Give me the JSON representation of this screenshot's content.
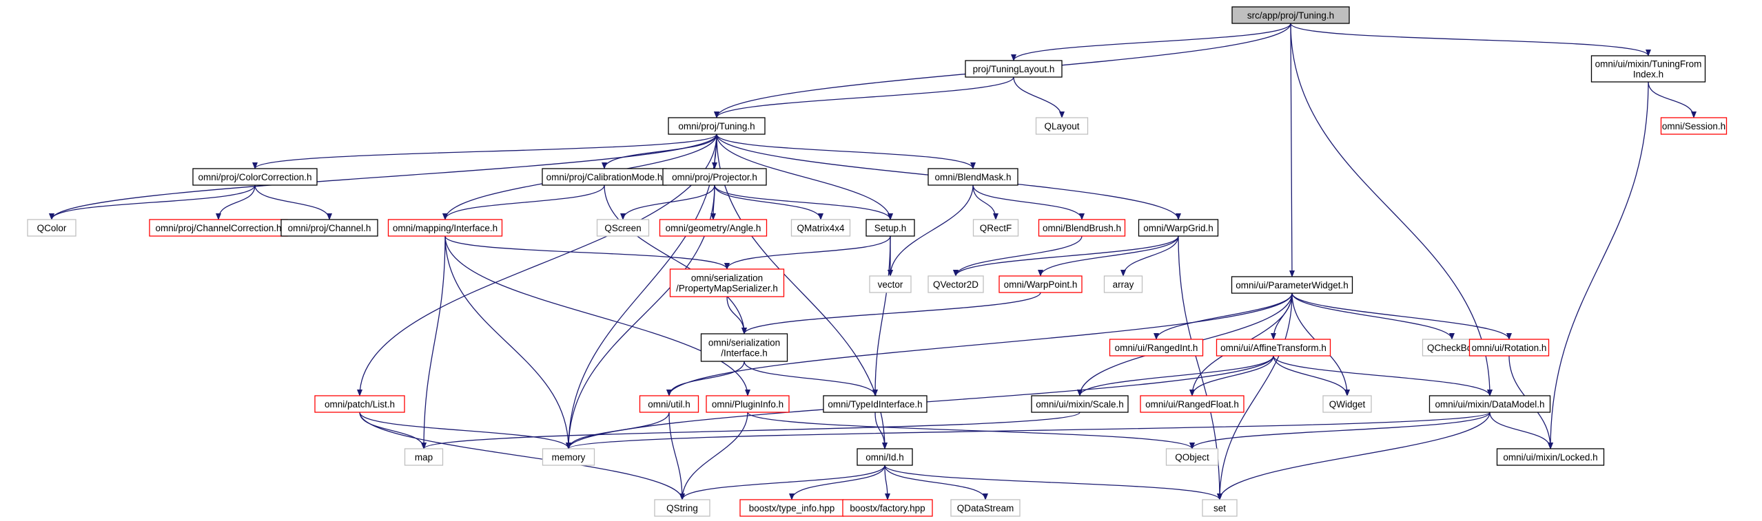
{
  "colors": {
    "edge": "#191970",
    "normal_border": "#000000",
    "truncated_border": "#ff0000",
    "external_border": "#bfbfbf",
    "root_fill": "#bfbfbf",
    "fill": "#ffffff"
  },
  "nodes": [
    {
      "id": "root",
      "lines": [
        "src/app/proj/Tuning.h"
      ],
      "kind": "root"
    },
    {
      "id": "tuninglayout",
      "lines": [
        "proj/TuningLayout.h"
      ],
      "kind": "normal"
    },
    {
      "id": "tuningfromindex",
      "lines": [
        "omni/ui/mixin/TuningFrom",
        "Index.h"
      ],
      "kind": "normal"
    },
    {
      "id": "qlayout",
      "lines": [
        "QLayout"
      ],
      "kind": "external"
    },
    {
      "id": "session",
      "lines": [
        "omni/Session.h"
      ],
      "kind": "truncated"
    },
    {
      "id": "tuning",
      "lines": [
        "omni/proj/Tuning.h"
      ],
      "kind": "normal"
    },
    {
      "id": "colorcorrection",
      "lines": [
        "omni/proj/ColorCorrection.h"
      ],
      "kind": "normal"
    },
    {
      "id": "calibrationmode",
      "lines": [
        "omni/proj/CalibrationMode.h"
      ],
      "kind": "normal"
    },
    {
      "id": "projector",
      "lines": [
        "omni/proj/Projector.h"
      ],
      "kind": "normal"
    },
    {
      "id": "blendmask",
      "lines": [
        "omni/BlendMask.h"
      ],
      "kind": "normal"
    },
    {
      "id": "qcolor",
      "lines": [
        "QColor"
      ],
      "kind": "external"
    },
    {
      "id": "channelcorrection",
      "lines": [
        "omni/proj/ChannelCorrection.h"
      ],
      "kind": "truncated"
    },
    {
      "id": "channel",
      "lines": [
        "omni/proj/Channel.h"
      ],
      "kind": "normal"
    },
    {
      "id": "mappinginterface",
      "lines": [
        "omni/mapping/Interface.h"
      ],
      "kind": "truncated"
    },
    {
      "id": "qscreen",
      "lines": [
        "QScreen"
      ],
      "kind": "external"
    },
    {
      "id": "angle",
      "lines": [
        "omni/geometry/Angle.h"
      ],
      "kind": "truncated"
    },
    {
      "id": "qmatrix4x4",
      "lines": [
        "QMatrix4x4"
      ],
      "kind": "external"
    },
    {
      "id": "setup",
      "lines": [
        "Setup.h"
      ],
      "kind": "normal"
    },
    {
      "id": "qrectf",
      "lines": [
        "QRectF"
      ],
      "kind": "external"
    },
    {
      "id": "blendbrush",
      "lines": [
        "omni/BlendBrush.h"
      ],
      "kind": "truncated"
    },
    {
      "id": "warpgrid",
      "lines": [
        "omni/WarpGrid.h"
      ],
      "kind": "normal"
    },
    {
      "id": "vector",
      "lines": [
        "vector"
      ],
      "kind": "external"
    },
    {
      "id": "qvector2d",
      "lines": [
        "QVector2D"
      ],
      "kind": "external"
    },
    {
      "id": "warppoint",
      "lines": [
        "omni/WarpPoint.h"
      ],
      "kind": "truncated"
    },
    {
      "id": "array",
      "lines": [
        "array"
      ],
      "kind": "external"
    },
    {
      "id": "propertymapserializer",
      "lines": [
        "omni/serialization",
        "/PropertyMapSerializer.h"
      ],
      "kind": "truncated"
    },
    {
      "id": "serializationinterface",
      "lines": [
        "omni/serialization",
        "/Interface.h"
      ],
      "kind": "normal"
    },
    {
      "id": "parameterwidget",
      "lines": [
        "omni/ui/ParameterWidget.h"
      ],
      "kind": "normal"
    },
    {
      "id": "rangedint",
      "lines": [
        "omni/ui/RangedInt.h"
      ],
      "kind": "truncated"
    },
    {
      "id": "affinetransform",
      "lines": [
        "omni/ui/AffineTransform.h"
      ],
      "kind": "truncated"
    },
    {
      "id": "qcheckbox",
      "lines": [
        "QCheckBox"
      ],
      "kind": "external"
    },
    {
      "id": "rotation",
      "lines": [
        "omni/ui/Rotation.h"
      ],
      "kind": "truncated"
    },
    {
      "id": "list",
      "lines": [
        "omni/patch/List.h"
      ],
      "kind": "truncated"
    },
    {
      "id": "util",
      "lines": [
        "omni/util.h"
      ],
      "kind": "truncated"
    },
    {
      "id": "plugininfo",
      "lines": [
        "omni/PluginInfo.h"
      ],
      "kind": "truncated"
    },
    {
      "id": "typeidinterface",
      "lines": [
        "omni/TypeIdInterface.h"
      ],
      "kind": "normal"
    },
    {
      "id": "scale",
      "lines": [
        "omni/ui/mixin/Scale.h"
      ],
      "kind": "normal"
    },
    {
      "id": "rangedfloat",
      "lines": [
        "omni/ui/RangedFloat.h"
      ],
      "kind": "truncated"
    },
    {
      "id": "qwidget",
      "lines": [
        "QWidget"
      ],
      "kind": "external"
    },
    {
      "id": "datamodel",
      "lines": [
        "omni/ui/mixin/DataModel.h"
      ],
      "kind": "normal"
    },
    {
      "id": "map",
      "lines": [
        "map"
      ],
      "kind": "external"
    },
    {
      "id": "memory",
      "lines": [
        "memory"
      ],
      "kind": "external"
    },
    {
      "id": "id",
      "lines": [
        "omni/Id.h"
      ],
      "kind": "normal"
    },
    {
      "id": "qobject",
      "lines": [
        "QObject"
      ],
      "kind": "external"
    },
    {
      "id": "locked",
      "lines": [
        "omni/ui/mixin/Locked.h"
      ],
      "kind": "normal"
    },
    {
      "id": "qstring",
      "lines": [
        "QString"
      ],
      "kind": "external"
    },
    {
      "id": "typeinfo",
      "lines": [
        "boostx/type_info.hpp"
      ],
      "kind": "truncated"
    },
    {
      "id": "factory",
      "lines": [
        "boostx/factory.hpp"
      ],
      "kind": "truncated"
    },
    {
      "id": "qdatastream",
      "lines": [
        "QDataStream"
      ],
      "kind": "external"
    },
    {
      "id": "set",
      "lines": [
        "set"
      ],
      "kind": "external"
    }
  ],
  "edges": [
    [
      "root",
      "tuninglayout"
    ],
    [
      "root",
      "tuning"
    ],
    [
      "root",
      "parameterwidget"
    ],
    [
      "root",
      "tuningfromindex"
    ],
    [
      "root",
      "datamodel"
    ],
    [
      "tuninglayout",
      "tuning"
    ],
    [
      "tuninglayout",
      "qlayout"
    ],
    [
      "tuningfromindex",
      "session"
    ],
    [
      "tuningfromindex",
      "locked"
    ],
    [
      "tuning",
      "colorcorrection"
    ],
    [
      "tuning",
      "calibrationmode"
    ],
    [
      "tuning",
      "projector"
    ],
    [
      "tuning",
      "blendmask"
    ],
    [
      "tuning",
      "warpgrid"
    ],
    [
      "tuning",
      "setup"
    ],
    [
      "tuning",
      "qcolor"
    ],
    [
      "tuning",
      "mappinginterface"
    ],
    [
      "tuning",
      "memory"
    ],
    [
      "tuning",
      "list"
    ],
    [
      "tuning",
      "id"
    ],
    [
      "colorcorrection",
      "qcolor"
    ],
    [
      "colorcorrection",
      "channelcorrection"
    ],
    [
      "colorcorrection",
      "channel"
    ],
    [
      "calibrationmode",
      "mappinginterface"
    ],
    [
      "calibrationmode",
      "serializationinterface"
    ],
    [
      "projector",
      "qscreen"
    ],
    [
      "projector",
      "angle"
    ],
    [
      "projector",
      "qmatrix4x4"
    ],
    [
      "projector",
      "setup"
    ],
    [
      "projector",
      "memory"
    ],
    [
      "blendmask",
      "qrectf"
    ],
    [
      "blendmask",
      "blendbrush"
    ],
    [
      "blendmask",
      "vector"
    ],
    [
      "blendbrush",
      "qvector2d"
    ],
    [
      "warpgrid",
      "qvector2d"
    ],
    [
      "warpgrid",
      "warppoint"
    ],
    [
      "warpgrid",
      "array"
    ],
    [
      "warpgrid",
      "set"
    ],
    [
      "warppoint",
      "serializationinterface"
    ],
    [
      "setup",
      "vector"
    ],
    [
      "setup",
      "propertymapserializer"
    ],
    [
      "setup",
      "typeidinterface"
    ],
    [
      "mappinginterface",
      "propertymapserializer"
    ],
    [
      "mappinginterface",
      "map"
    ],
    [
      "mappinginterface",
      "memory"
    ],
    [
      "mappinginterface",
      "plugininfo"
    ],
    [
      "propertymapserializer",
      "serializationinterface"
    ],
    [
      "serializationinterface",
      "util"
    ],
    [
      "serializationinterface",
      "typeidinterface"
    ],
    [
      "parameterwidget",
      "rangedint"
    ],
    [
      "parameterwidget",
      "affinetransform"
    ],
    [
      "parameterwidget",
      "qcheckbox"
    ],
    [
      "parameterwidget",
      "rotation"
    ],
    [
      "parameterwidget",
      "scale"
    ],
    [
      "parameterwidget",
      "rangedfloat"
    ],
    [
      "parameterwidget",
      "qwidget"
    ],
    [
      "parameterwidget",
      "util"
    ],
    [
      "parameterwidget",
      "set"
    ],
    [
      "affinetransform",
      "scale"
    ],
    [
      "affinetransform",
      "rangedfloat"
    ],
    [
      "affinetransform",
      "qwidget"
    ],
    [
      "affinetransform",
      "datamodel"
    ],
    [
      "affinetransform",
      "memory"
    ],
    [
      "rotation",
      "locked"
    ],
    [
      "list",
      "map"
    ],
    [
      "list",
      "memory"
    ],
    [
      "list",
      "qstring"
    ],
    [
      "util",
      "memory"
    ],
    [
      "util",
      "qstring"
    ],
    [
      "plugininfo",
      "qstring"
    ],
    [
      "plugininfo",
      "qobject"
    ],
    [
      "typeidinterface",
      "id"
    ],
    [
      "scale",
      "map"
    ],
    [
      "datamodel",
      "memory"
    ],
    [
      "datamodel",
      "qobject"
    ],
    [
      "datamodel",
      "locked"
    ],
    [
      "datamodel",
      "set"
    ],
    [
      "id",
      "qstring"
    ],
    [
      "id",
      "typeinfo"
    ],
    [
      "id",
      "factory"
    ],
    [
      "id",
      "qdatastream"
    ],
    [
      "id",
      "set"
    ]
  ]
}
